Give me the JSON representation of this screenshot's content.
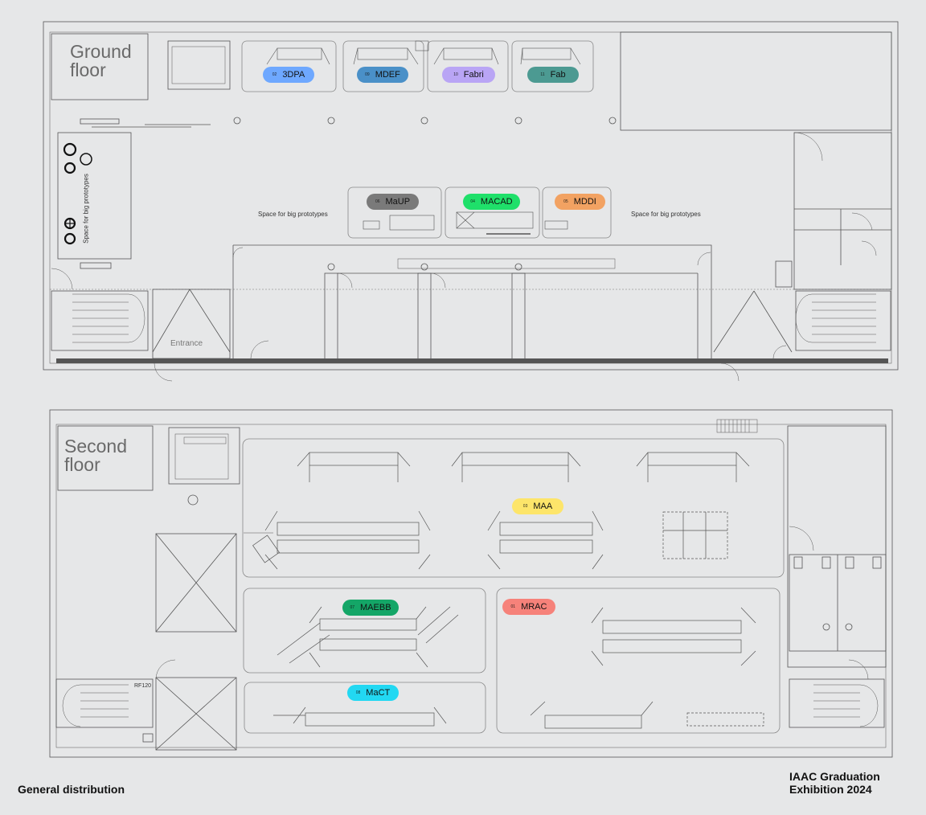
{
  "ground_floor": {
    "title": "Ground\nfloor",
    "entrance_label": "Entrance",
    "big_prototypes_left": "Space for big prototypes",
    "big_prototypes_center": "Space for big prototypes",
    "big_prototypes_right": "Space for big prototypes",
    "programs": [
      {
        "num": "02",
        "label": "3DPA",
        "color": "#6ea8ff"
      },
      {
        "num": "09",
        "label": "MDEF",
        "color": "#4a90c8"
      },
      {
        "num": "10",
        "label": "Fabri",
        "color": "#b9a5f5"
      },
      {
        "num": "11",
        "label": "Fab",
        "color": "#4c9a92"
      },
      {
        "num": "06",
        "label": "MaUP",
        "color": "#7a7a7a"
      },
      {
        "num": "04",
        "label": "MACAD",
        "color": "#1fe06a"
      },
      {
        "num": "05",
        "label": "MDDI",
        "color": "#f2a262"
      }
    ]
  },
  "second_floor": {
    "title": "Second\nfloor",
    "rf_label": "RF120",
    "programs": [
      {
        "num": "03",
        "label": "MAA",
        "color": "#fde56a"
      },
      {
        "num": "07",
        "label": "MAEBB",
        "color": "#14a667"
      },
      {
        "num": "01",
        "label": "MRAC",
        "color": "#f6827a"
      },
      {
        "num": "08",
        "label": "MaCT",
        "color": "#22d8f2"
      }
    ]
  },
  "footer": {
    "left": "General distribution",
    "right_line1": "IAAC Graduation",
    "right_line2": "Exhibition 2024"
  }
}
